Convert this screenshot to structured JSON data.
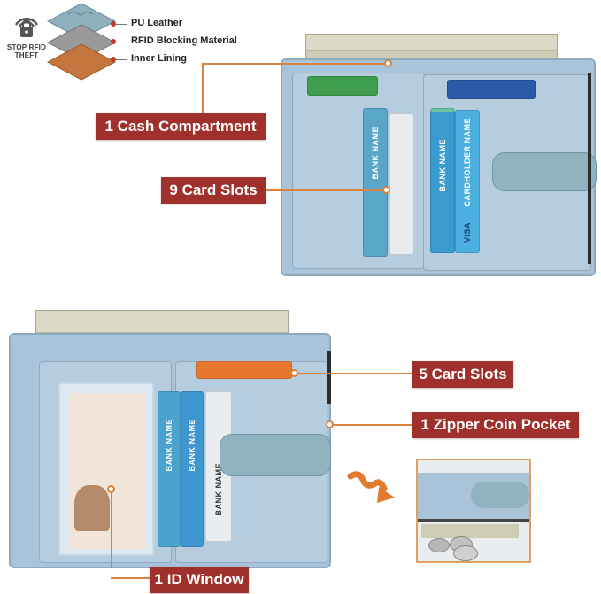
{
  "rfid": {
    "badge_line1": "STOP RFID",
    "badge_line2": "THEFT",
    "layers": [
      "PU Leather",
      "RFID Blocking Material",
      "Inner Lining"
    ]
  },
  "features": {
    "cash": "1 Cash Compartment",
    "card_slots_9": "9 Card Slots",
    "card_slots_5": "5 Card Slots",
    "zipper": "1 Zipper Coin Pocket",
    "id_window": "1 ID Window"
  },
  "cards": {
    "bank_name": "BANK NAME",
    "cardholder_name": "CARDHOLDER NAME",
    "visa": "VISA"
  },
  "colors": {
    "label_bg": "#a0302c",
    "connector": "#d9833f",
    "wallet_blue": "#a9c3d8"
  }
}
